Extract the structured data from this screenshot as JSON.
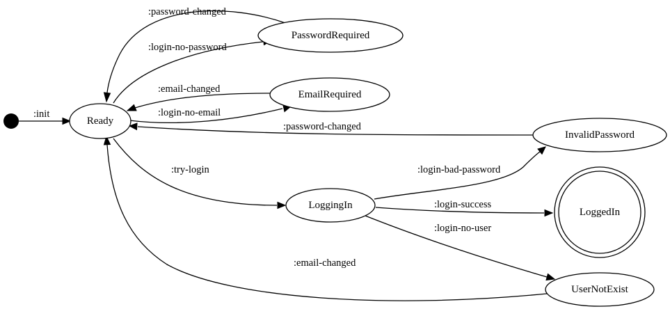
{
  "states": {
    "ready": "Ready",
    "password_required": "PasswordRequired",
    "email_required": "EmailRequired",
    "invalid_password": "InvalidPassword",
    "logging_in": "LoggingIn",
    "logged_in": "LoggedIn",
    "user_not_exist": "UserNotExist"
  },
  "transitions": {
    "init": ":init",
    "pw_required_to_ready": ":password-changed",
    "ready_to_pw_required": ":login-no-password",
    "email_required_to_ready": ":email-changed",
    "ready_to_email_required": ":login-no-email",
    "invalid_pw_to_ready": ":password-changed",
    "ready_to_logging_in": ":try-login",
    "logging_in_to_invalid_pw": ":login-bad-password",
    "logging_in_to_logged_in": ":login-success",
    "logging_in_to_user_not_exist": ":login-no-user",
    "user_not_exist_to_ready": ":email-changed"
  }
}
